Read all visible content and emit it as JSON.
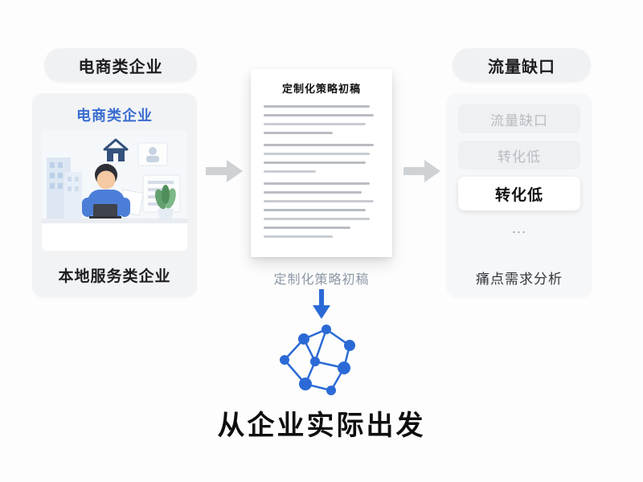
{
  "page": {
    "headline": "从企业实际出发"
  },
  "left": {
    "pill": "电商类企业",
    "card_title": "电商类企业",
    "card_caption": "本地服务类企业"
  },
  "document": {
    "title": "定制化策略初稿",
    "caption": "定制化策略初稿"
  },
  "right": {
    "pill": "流量缺口",
    "items": [
      {
        "label": "流量缺口",
        "style": "muted"
      },
      {
        "label": "转化低",
        "style": "muted"
      },
      {
        "label": "转化低",
        "style": "active"
      },
      {
        "label": "...",
        "style": "dots"
      }
    ],
    "caption": "痛点需求分析"
  },
  "icons": {
    "arrow_right": "arrow-right-icon",
    "arrow_down": "arrow-down-icon",
    "network_graph": "network-graph-icon",
    "illustration": "office-worker-illustration"
  },
  "colors": {
    "accent_blue": "#2b6ad6",
    "title_blue": "#3a6ed0",
    "arrow_gray": "#cfd2d5",
    "card_bg": "#f2f3f5",
    "muted_text": "#b7bcc3",
    "text_dark": "#141414"
  }
}
